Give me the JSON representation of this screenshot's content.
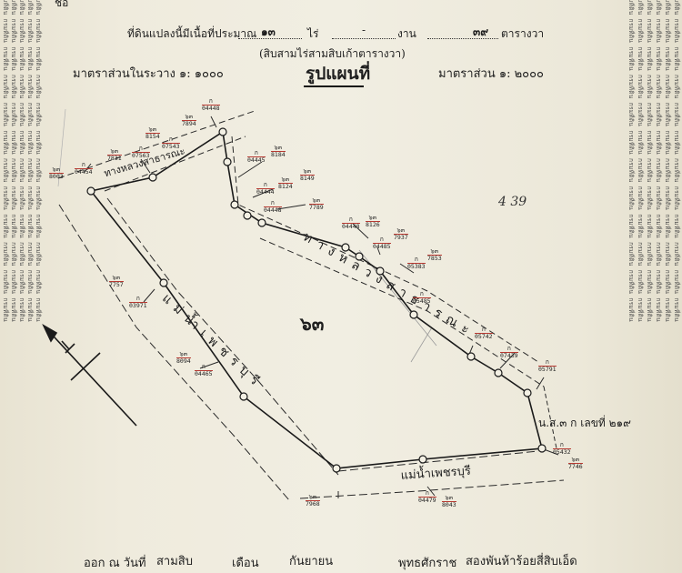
{
  "header": {
    "top_fragment_left": "ชื่อ",
    "area_line": {
      "prefix": "ที่ดินแปลงนี้มีเนื้อที่ประมาณ",
      "rai_value": "๑๓",
      "rai_unit": "ไร่",
      "ngan_value": "-",
      "ngan_unit": "งาน",
      "wa_value": "๓๙",
      "wa_unit": "ตารางวา"
    },
    "area_words": "(สิบสามไร่สามสิบเก้าตารางวา)",
    "scale_original": "มาตราส่วนในระวาง  ๑: ๑๐๐๐",
    "map_title": "รูปแผนที่",
    "scale_map": "มาตราส่วน  ๑: ๒๐๐๐"
  },
  "map": {
    "parcel_number": "๖๓",
    "road_labels": {
      "road_top": "ทางหลวงสาธารณะ",
      "road_right": "ทางหลวงสาธารณะ",
      "river_left": "แม่น้ำเพชรบุรี",
      "river_bottom": "แม่น้ำเพชรบุรี"
    },
    "right_note": "น.ส.๓ ก เลขที่ ๒๑๙",
    "handwritten_note": "4 39",
    "neighbor_labels": [
      {
        "id": "n1",
        "num": "๖๓",
        "code": "8003"
      },
      {
        "id": "n2",
        "num": "ก",
        "code": "04454"
      },
      {
        "id": "n3",
        "num": "๖๓",
        "code": "7831"
      },
      {
        "id": "n4",
        "num": "ก",
        "code": "07563"
      },
      {
        "id": "n5",
        "num": "๖๓",
        "code": "8154"
      },
      {
        "id": "n6",
        "num": "ก",
        "code": "07543"
      },
      {
        "id": "n7",
        "num": "๖๓",
        "code": "7894"
      },
      {
        "id": "n8",
        "num": "ก",
        "code": "04448"
      },
      {
        "id": "n9",
        "num": "ก",
        "code": "04445"
      },
      {
        "id": "n10",
        "num": "๖๓",
        "code": "8184"
      },
      {
        "id": "n11",
        "num": "ก",
        "code": "04444"
      },
      {
        "id": "n12",
        "num": "๖๓",
        "code": "8124"
      },
      {
        "id": "n13",
        "num": "๖๓",
        "code": "8149"
      },
      {
        "id": "n14",
        "num": "ก",
        "code": "04448"
      },
      {
        "id": "n15",
        "num": "๖๓",
        "code": "7789"
      },
      {
        "id": "n16",
        "num": "ก",
        "code": "04448"
      },
      {
        "id": "n17",
        "num": "๖๓",
        "code": "8126"
      },
      {
        "id": "n18",
        "num": "ก",
        "code": "04485"
      },
      {
        "id": "n19",
        "num": "๖๓",
        "code": "7937"
      },
      {
        "id": "n20",
        "num": "ก",
        "code": "05383"
      },
      {
        "id": "n21",
        "num": "๖๓",
        "code": "7853"
      },
      {
        "id": "n22",
        "num": "ก",
        "code": "05485"
      },
      {
        "id": "n23",
        "num": "๖๓",
        "code": "7757"
      },
      {
        "id": "n24",
        "num": "ก",
        "code": "03971"
      },
      {
        "id": "n25",
        "num": "๖๓",
        "code": "8094"
      },
      {
        "id": "n26",
        "num": "ก",
        "code": "04465"
      },
      {
        "id": "n27",
        "num": "ก",
        "code": "05742"
      },
      {
        "id": "n28",
        "num": "ก",
        "code": "07439"
      },
      {
        "id": "n29",
        "num": "ก",
        "code": "05791"
      },
      {
        "id": "n30",
        "num": "ก",
        "code": "05432"
      },
      {
        "id": "n31",
        "num": "๖๓",
        "code": "7746"
      },
      {
        "id": "n32",
        "num": "๖๓",
        "code": "7968"
      },
      {
        "id": "n33",
        "num": "ก",
        "code": "04479"
      },
      {
        "id": "n34",
        "num": "๖๓",
        "code": "8043"
      }
    ]
  },
  "footer": {
    "left": "ออก ณ วันที่",
    "day": "สามสิบ",
    "month_label": "เดือน",
    "month": "กันยายน",
    "era": "พุทธศักราช",
    "year": "สองพันห้าร้อยสี่สิบเอ็ด"
  },
  "side_strip": {
    "text": "กรมที่ดิน กรมที่ดิน กรมที่ดิน กรมที่ดิน กรมที่ดิน กรมที่ดิน กรมที่ดิน กรมที่ดิน กรมที่ดิน กรมที่ดิน กรมที่ดิน กรมที่ดิน"
  }
}
